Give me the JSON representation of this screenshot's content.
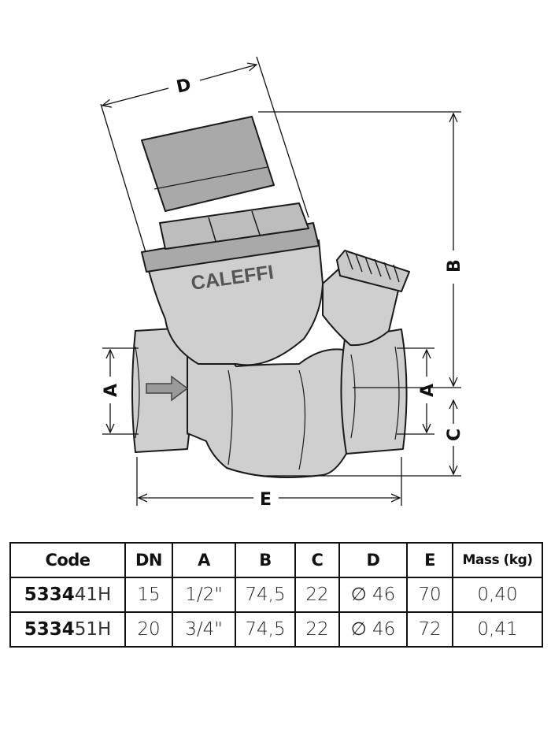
{
  "diagram": {
    "brand": "CALEFFI",
    "dimension_labels": {
      "A": "A",
      "B": "B",
      "C": "C",
      "D": "D",
      "E": "E"
    },
    "colors": {
      "body": "#cfcfcf",
      "cap": "#a9a9a9",
      "outline": "#1a1a1a",
      "arrow": "#9a9a9a"
    }
  },
  "table": {
    "headers": [
      "Code",
      "DN",
      "A",
      "B",
      "C",
      "D",
      "E",
      "Mass (kg)"
    ],
    "rows": [
      {
        "code_bold": "5334",
        "code_rest": "41H",
        "dn": "15",
        "a": "1/2\"",
        "b": "74,5",
        "c": "22",
        "d": "∅ 46",
        "e": "70",
        "mass": "0,40"
      },
      {
        "code_bold": "5334",
        "code_rest": "51H",
        "dn": "20",
        "a": "3/4\"",
        "b": "74,5",
        "c": "22",
        "d": "∅ 46",
        "e": "72",
        "mass": "0,41"
      }
    ]
  }
}
